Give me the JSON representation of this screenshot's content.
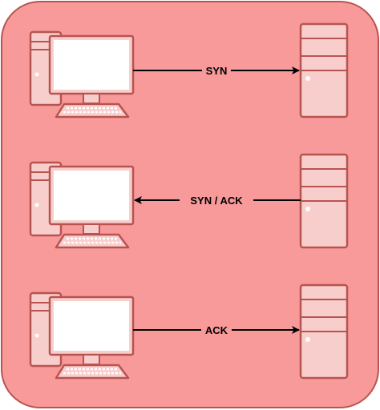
{
  "colors": {
    "panel_fill": "#f8999a",
    "panel_stroke": "#b85450",
    "device_fill": "#f8cecc",
    "device_stroke": "#b85450",
    "screen_fill": "#ffffff",
    "arrow": "#000000"
  },
  "exchanges": [
    {
      "label": "SYN",
      "direction": "client-to-server"
    },
    {
      "label": "SYN / ACK",
      "direction": "server-to-client"
    },
    {
      "label": "ACK",
      "direction": "client-to-server"
    }
  ]
}
